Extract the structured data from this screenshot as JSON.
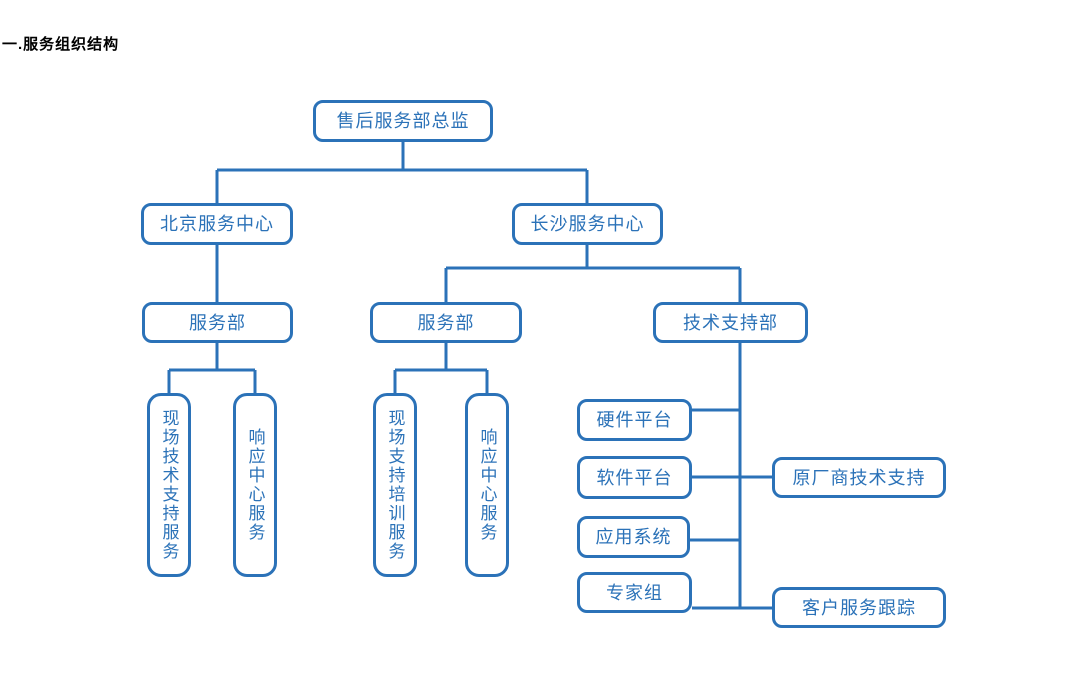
{
  "page": {
    "heading": "一.服务组织结构"
  },
  "colors": {
    "accent": "#2B72B8",
    "background": "#ffffff",
    "heading_text": "#000000"
  },
  "org_chart": {
    "type": "organization-chart",
    "nodes": [
      {
        "id": "director",
        "label": "售后服务部总监",
        "level": 1,
        "parent": null
      },
      {
        "id": "beijing-center",
        "label": "北京服务中心",
        "level": 2,
        "parent": "director"
      },
      {
        "id": "changsha-center",
        "label": "长沙服务中心",
        "level": 2,
        "parent": "director"
      },
      {
        "id": "beijing-service-dept",
        "label": "服务部",
        "level": 3,
        "parent": "beijing-center"
      },
      {
        "id": "changsha-service-dept",
        "label": "服务部",
        "level": 3,
        "parent": "changsha-center"
      },
      {
        "id": "tech-support-dept",
        "label": "技术支持部",
        "level": 3,
        "parent": "changsha-center"
      },
      {
        "id": "onsite-tech-support-svc",
        "label": "现场技术支持服务",
        "level": 4,
        "parent": "beijing-service-dept",
        "orientation": "vertical"
      },
      {
        "id": "response-center-svc-bj",
        "label": "响应中心服务",
        "level": 4,
        "parent": "beijing-service-dept",
        "orientation": "vertical"
      },
      {
        "id": "onsite-support-training",
        "label": "现场支持培训服务",
        "level": 4,
        "parent": "changsha-service-dept",
        "orientation": "vertical"
      },
      {
        "id": "response-center-svc-cs",
        "label": "响应中心服务",
        "level": 4,
        "parent": "changsha-service-dept",
        "orientation": "vertical"
      },
      {
        "id": "hardware-platform",
        "label": "硬件平台",
        "level": 4,
        "parent": "tech-support-dept"
      },
      {
        "id": "software-platform",
        "label": "软件平台",
        "level": 4,
        "parent": "tech-support-dept"
      },
      {
        "id": "application-system",
        "label": "应用系统",
        "level": 4,
        "parent": "tech-support-dept"
      },
      {
        "id": "expert-group",
        "label": "专家组",
        "level": 4,
        "parent": "tech-support-dept"
      },
      {
        "id": "oem-tech-support",
        "label": "原厂商技术支持",
        "level": 5,
        "parent": "software-platform"
      },
      {
        "id": "customer-service-tracking",
        "label": "客户服务跟踪",
        "level": 5,
        "parent": "expert-group"
      }
    ]
  }
}
